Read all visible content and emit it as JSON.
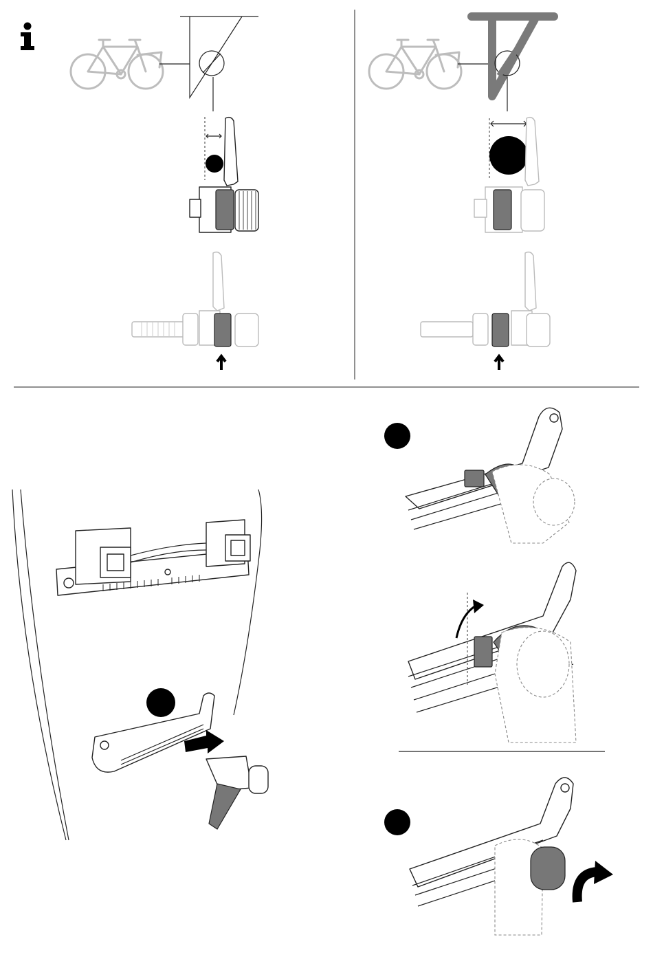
{
  "page": {
    "top_left_panel": {
      "info_icon": "info-icon",
      "diagram": "thin-frame-small-spacer"
    },
    "top_right_panel": {
      "diagram": "thick-frame-large-spacer"
    },
    "bottom_left_panel": {
      "diagram": "clamp-rail-insertion",
      "step_marker": "filled-circle"
    },
    "bottom_right_panel": {
      "diagram": "clamp-positioning-and-tightening",
      "step_markers": [
        "filled-circle",
        "filled-circle"
      ],
      "arrows": [
        "curved-arrow-up",
        "rotate-arrow"
      ]
    },
    "colors": {
      "line": "#222222",
      "grey_parts": "#bdbdbd",
      "dark_fill": "#777777",
      "marker": "#000000"
    }
  }
}
